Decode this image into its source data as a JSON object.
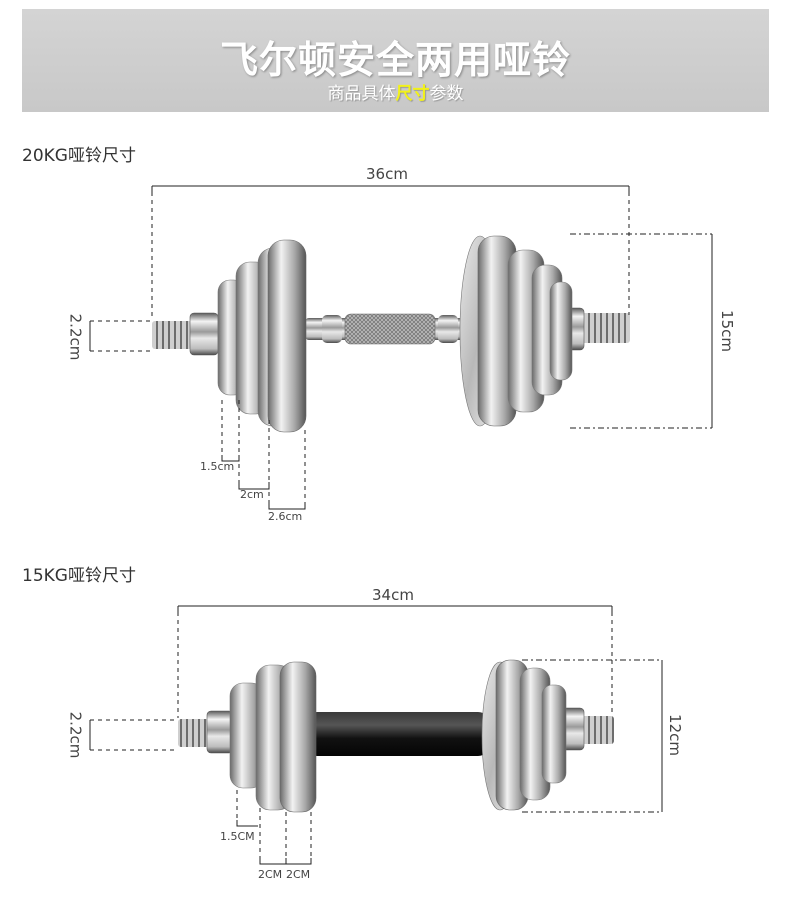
{
  "banner": {
    "title": "飞尔顿安全两用哑铃",
    "subtitle_before": "商品具体",
    "subtitle_highlight": "尺寸",
    "subtitle_after": "参数"
  },
  "colors": {
    "banner_bg": "#cccccc",
    "highlight": "#f2f21a",
    "chrome": "#c9c9c9",
    "bar_black": "#1e1e1e"
  },
  "dumbbell_20kg": {
    "title": "20KG哑铃尺寸",
    "length": "36cm",
    "height": "15cm",
    "handle_dia": "2.2cm",
    "plate_1": "1.5cm",
    "plate_2": "2cm",
    "plate_3": "2.6cm"
  },
  "dumbbell_15kg": {
    "title": "15KG哑铃尺寸",
    "length": "34cm",
    "height": "12cm",
    "handle_dia": "2.2cm",
    "plate_1": "1.5CM",
    "plate_2": "2CM",
    "plate_3": "2CM"
  }
}
